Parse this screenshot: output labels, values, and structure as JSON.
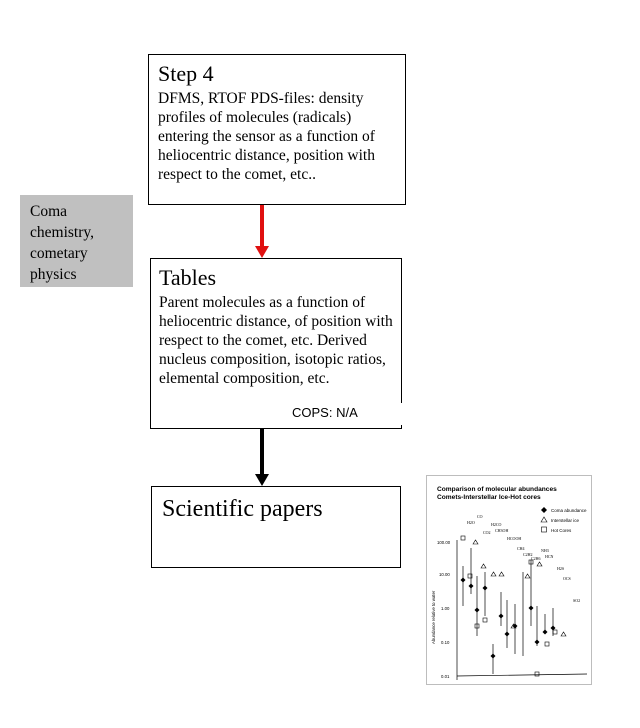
{
  "step4": {
    "title": "Step 4",
    "body": "DFMS, RTOF PDS-files: density profiles of molecules (radicals) entering the sensor as a function of heliocentric distance, position with respect to the comet, etc.."
  },
  "sidebar_note": {
    "text": "Coma chemistry, cometary physics"
  },
  "tables": {
    "title": "Tables",
    "body": "Parent molecules as a function of heliocentric distance, of position with respect to the comet, etc. Derived nucleus composition, isotopic ratios, elemental composition, etc.",
    "cops_note": "COPS: N/A"
  },
  "papers": {
    "title": "Scientific papers"
  },
  "arrows": {
    "step4_to_tables_color": "#e01010",
    "tables_to_papers_color": "#000000"
  },
  "thumbnail": {
    "title_line1": "Comparison of molecular abundances",
    "title_line2": "Comets-Interstellar Ice-Hot cores",
    "legend": [
      "Coma abundance",
      "Interstellar ice",
      "Hot Cores"
    ],
    "ylabel": "Abundance relative to water",
    "yticks": [
      "100.00",
      "10.00",
      "1.00",
      "0.10",
      "0.01"
    ],
    "molecules": [
      "H2O",
      "CO",
      "CO2",
      "H2CO",
      "CH3OH",
      "HCOOH",
      "CH4",
      "C2H2",
      "C2H6",
      "NH3",
      "HCN",
      "H2S",
      "OCS",
      "SO2"
    ]
  }
}
